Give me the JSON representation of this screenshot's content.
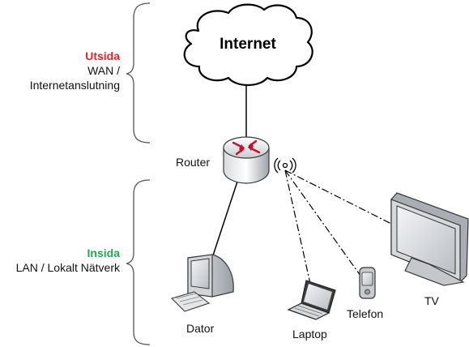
{
  "cloud": {
    "label": "Internet"
  },
  "zones": {
    "outside": {
      "title": "Utsida",
      "line1": "WAN /",
      "line2": "Internetanslutning",
      "color": "#e8202a"
    },
    "inside": {
      "title": "Insida",
      "line1": "LAN / Lokalt Nätverk",
      "color": "#27a556"
    }
  },
  "devices": {
    "router": "Router",
    "computer": "Dator",
    "laptop": "Laptop",
    "phone": "Telefon",
    "tv": "TV"
  },
  "connections": [
    {
      "from": "Internet",
      "to": "Router",
      "type": "wired"
    },
    {
      "from": "Router",
      "to": "Dator",
      "type": "wired"
    },
    {
      "from": "Router",
      "to": "Laptop",
      "type": "wireless"
    },
    {
      "from": "Router",
      "to": "Telefon",
      "type": "wireless"
    },
    {
      "from": "Router",
      "to": "TV",
      "type": "wireless"
    }
  ]
}
